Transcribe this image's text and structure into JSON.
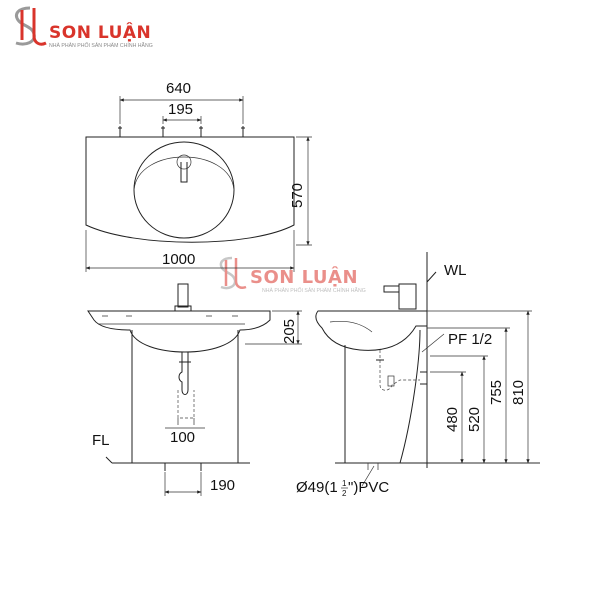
{
  "brand": {
    "name": "SON LUẬN",
    "tagline": "NHÀ PHÂN PHỐI SẢN PHẨM CHÍNH HÃNG",
    "red": "#d9342b",
    "gray": "#9a9a9a"
  },
  "watermark": {
    "name": "SON LUẬN",
    "tagline": "NHÀ PHÂN PHỐI SẢN PHẨM CHÍNH HÃNG"
  },
  "top_view": {
    "overall_width": "640",
    "hole_spacing": "195",
    "length": "1000",
    "depth": "570"
  },
  "front_view": {
    "height": "205",
    "drain_spacing": "100",
    "floor_label": "FL",
    "pedestal_base": "190"
  },
  "side_view": {
    "wall_label": "WL",
    "outlet_label": "PF 1/2",
    "h480": "480",
    "h520": "520",
    "h755": "755",
    "h810": "810",
    "pipe_label": "Ø49(1",
    "pipe_frac_num": "1",
    "pipe_frac_den": "2",
    "pipe_suffix": "\")PVC"
  }
}
